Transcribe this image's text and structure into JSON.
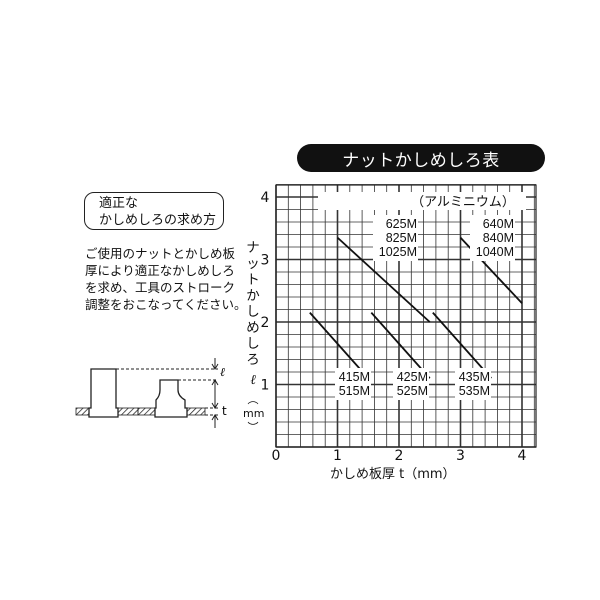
{
  "title": "ナットかしめしろ表",
  "method_box": {
    "line1": "適正な",
    "line2": "かしめしろの求め方"
  },
  "description": [
    "ご使用のナットとかしめ板",
    "厚により適正なかしめしろ",
    "を求め、工具のストローク",
    "調整をおこなってください。"
  ],
  "diagram": {
    "label_l": "ℓ",
    "label_t": "t"
  },
  "chart_data": {
    "type": "line",
    "title": "ナットかしめしろ表",
    "subtitle": "（アルミニウム）",
    "xlabel": "かしめ板厚 t（mm）",
    "ylabel": "ナットかしめしろ ℓ（mm）",
    "xlim": [
      0,
      4.2
    ],
    "ylim": [
      0,
      4.2
    ],
    "x_ticks": [
      "0",
      "1",
      "2",
      "3",
      "4"
    ],
    "y_ticks": [
      "0",
      "1",
      "2",
      "3",
      "4"
    ],
    "grid": true,
    "legend_position": "inline labels",
    "series": [
      {
        "name": "415M / 515M",
        "labels": [
          "415M",
          "515M"
        ],
        "x": [
          0.55,
          1.5
        ],
        "y": [
          2.15,
          1.1
        ]
      },
      {
        "name": "425M / 525M",
        "labels": [
          "425M",
          "525M"
        ],
        "x": [
          1.55,
          2.5
        ],
        "y": [
          2.15,
          1.1
        ]
      },
      {
        "name": "435M / 535M",
        "labels": [
          "435M",
          "535M"
        ],
        "x": [
          2.55,
          3.5
        ],
        "y": [
          2.15,
          1.1
        ]
      },
      {
        "name": "625M / 825M / 1025M",
        "labels": [
          "625M",
          "825M",
          "1025M"
        ],
        "x": [
          1.0,
          2.5
        ],
        "y": [
          3.35,
          2.0
        ]
      },
      {
        "name": "640M / 840M / 1040M",
        "labels": [
          "640M",
          "840M",
          "1040M"
        ],
        "x": [
          3.0,
          4.0
        ],
        "y": [
          3.35,
          2.3
        ]
      }
    ]
  }
}
